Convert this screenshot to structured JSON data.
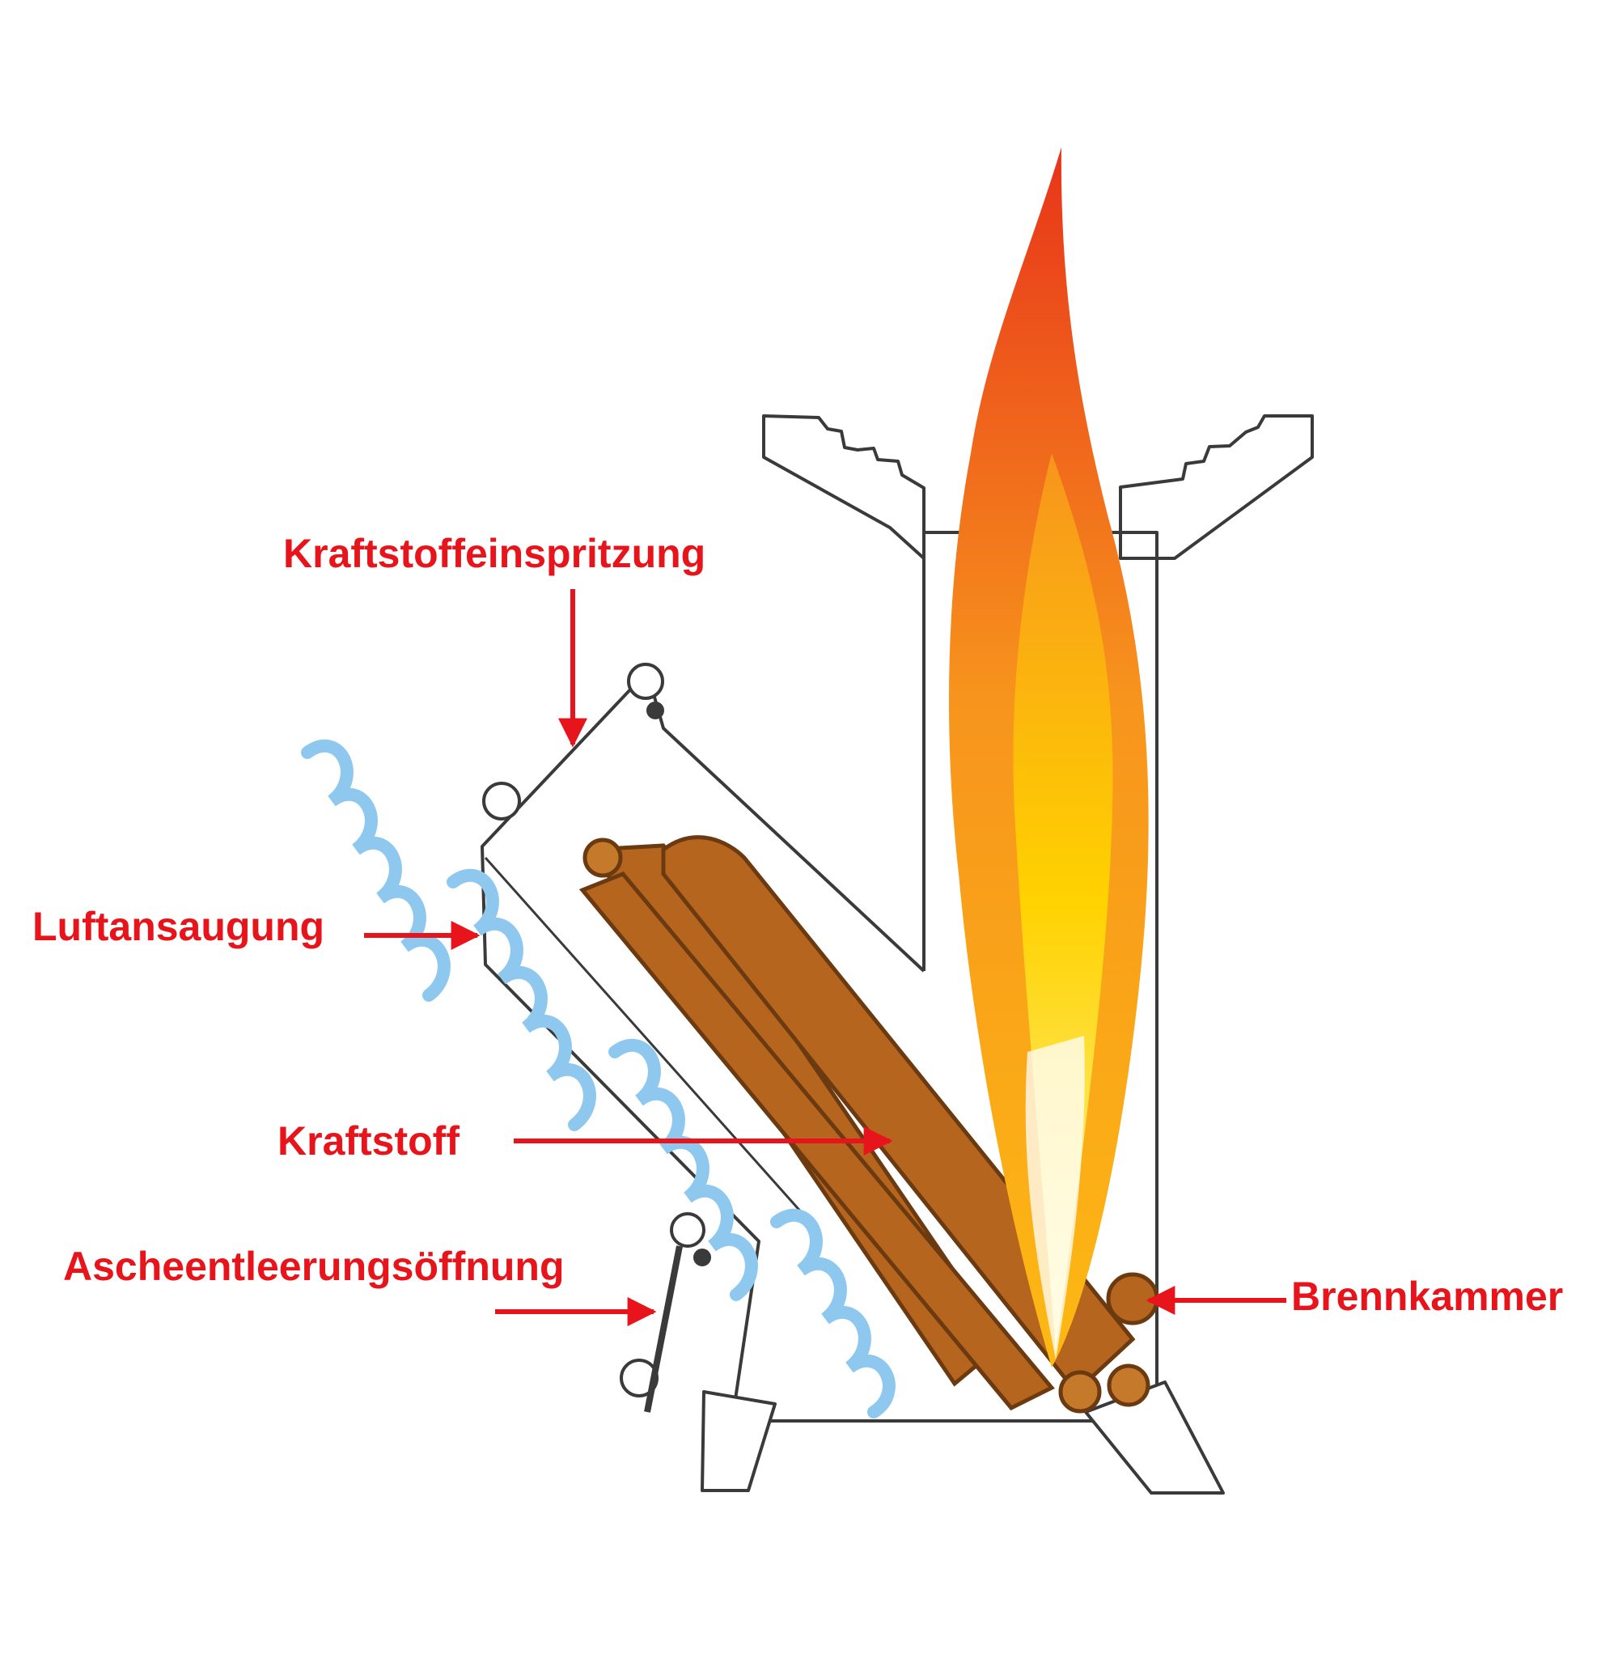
{
  "labels": {
    "fuel_injection": "Kraftstoffeinspritzung",
    "air_intake": "Luftansaugung",
    "fuel": "Kraftstoff",
    "ash_opening": "Ascheentleerungsöffnung",
    "combustion_chamber": "Brennkammer"
  },
  "colors": {
    "label": "#e8141b",
    "arrow": "#e8141b",
    "outline": "#3a3a3a",
    "wood": "#b5651d",
    "wood_dark": "#6b3a10",
    "air": "#8ec8ef",
    "flame_outer": "#e8341a",
    "flame_mid": "#f7941d",
    "flame_inner": "#ffe600"
  }
}
